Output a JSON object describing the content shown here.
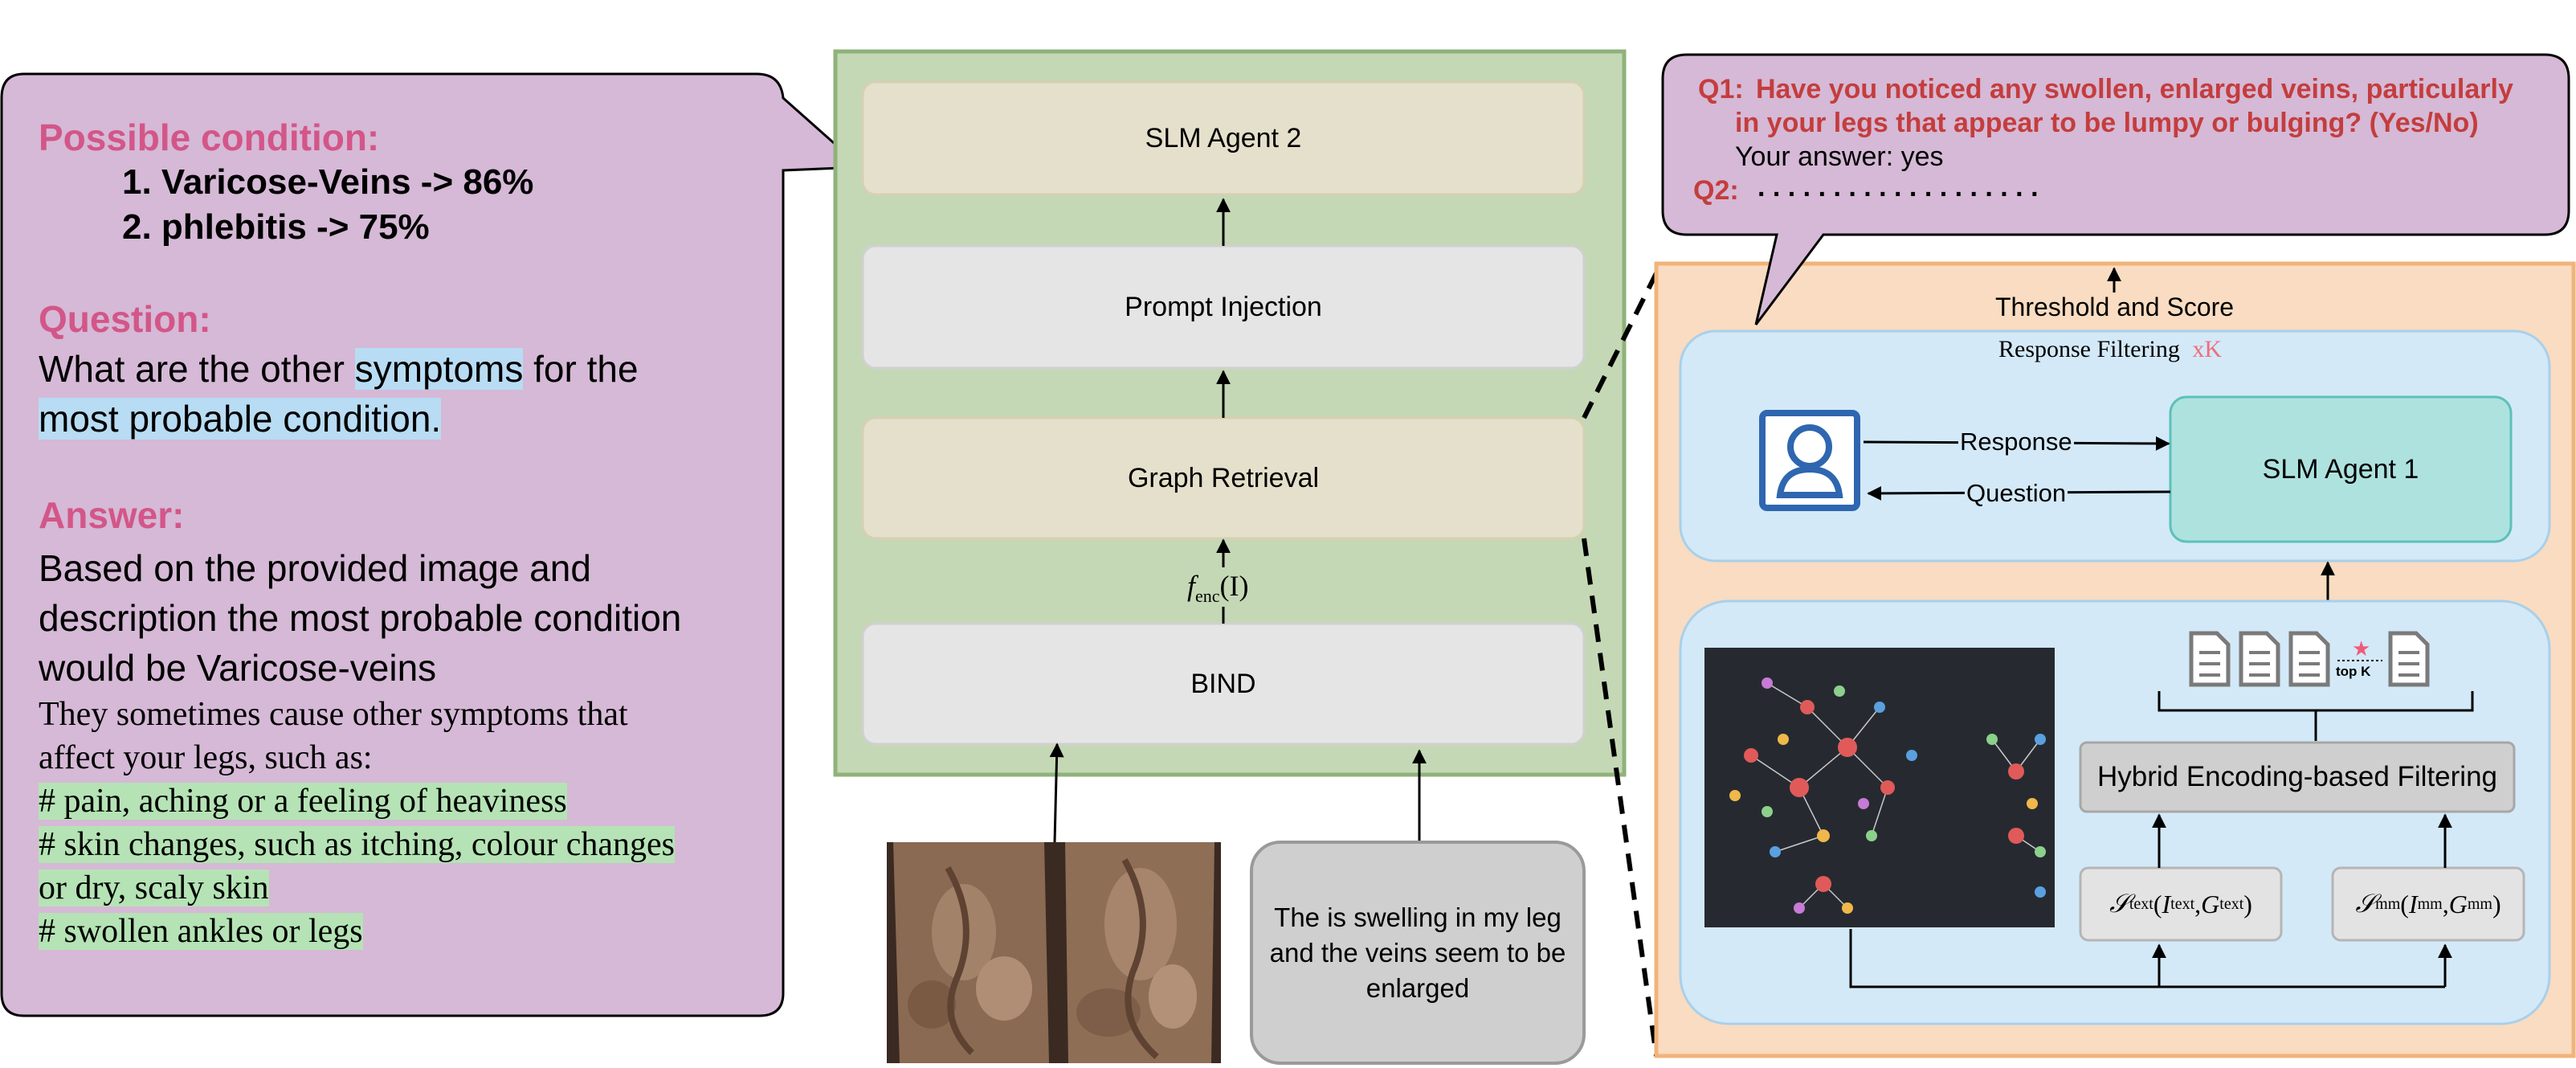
{
  "left_panel": {
    "condition_heading": "Possible condition:",
    "conditions": [
      "1. Varicose-Veins -> 86%",
      "2. phlebitis -> 75%"
    ],
    "question_heading": "Question:",
    "question_part1": "What are the other ",
    "question_hl1": "symptoms",
    "question_part2": " for the",
    "question_hl2": "most probable condition.",
    "answer_heading": "Answer:",
    "answer_lines": [
      "Based on the provided image and",
      "description the most probable condition",
      "would be Varicose-veins"
    ],
    "serif_lines": [
      "They sometimes cause other symptoms that",
      "affect your legs, such as:"
    ],
    "green_lines": [
      "# pain, aching or a feeling of heaviness",
      "# skin changes, such as itching, colour changes",
      "or dry, scaly skin",
      "# swollen ankles or legs"
    ]
  },
  "center_stack": {
    "agent2": "SLM Agent 2",
    "prompt_injection": "Prompt Injection",
    "graph_retrieval": "Graph Retrieval",
    "encoder_label": "f",
    "encoder_sub": "enc",
    "encoder_arg": "(I)",
    "bind": "BIND",
    "description": "The is swelling in my leg and the veins seem to be enlarged"
  },
  "right_panel": {
    "q1_label": "Q1:",
    "q1_text_line1": "Have you noticed any swollen, enlarged veins, particularly",
    "q1_text_line2": "in your legs that appear to be lumpy or bulging? (Yes/No)",
    "answer": "Your answer: yes",
    "q2_label": "Q2:",
    "q2_dots": ". . . . . . . . . . . . . . . . . . .",
    "threshold": "Threshold and Score",
    "response_filtering": "Response Filtering",
    "xk": "xK",
    "response": "Response",
    "question": "Question",
    "agent1": "SLM Agent 1",
    "top_k": "top K",
    "hybrid": "Hybrid Encoding-based Filtering",
    "s_text": "text",
    "s_mm": "mm",
    "i_text": "text",
    "g_text": "text",
    "i_mm": "mm",
    "g_mm": "mm"
  },
  "colors": {
    "pink_bubble": "#d5b9d6",
    "green_panel": "#c4d8b5",
    "orange_panel": "#f9dcc1",
    "blue_panel": "#d3e9f8",
    "teal_box": "#aee2df",
    "heading_pink": "#d35688",
    "question_red": "#c43d3d"
  }
}
